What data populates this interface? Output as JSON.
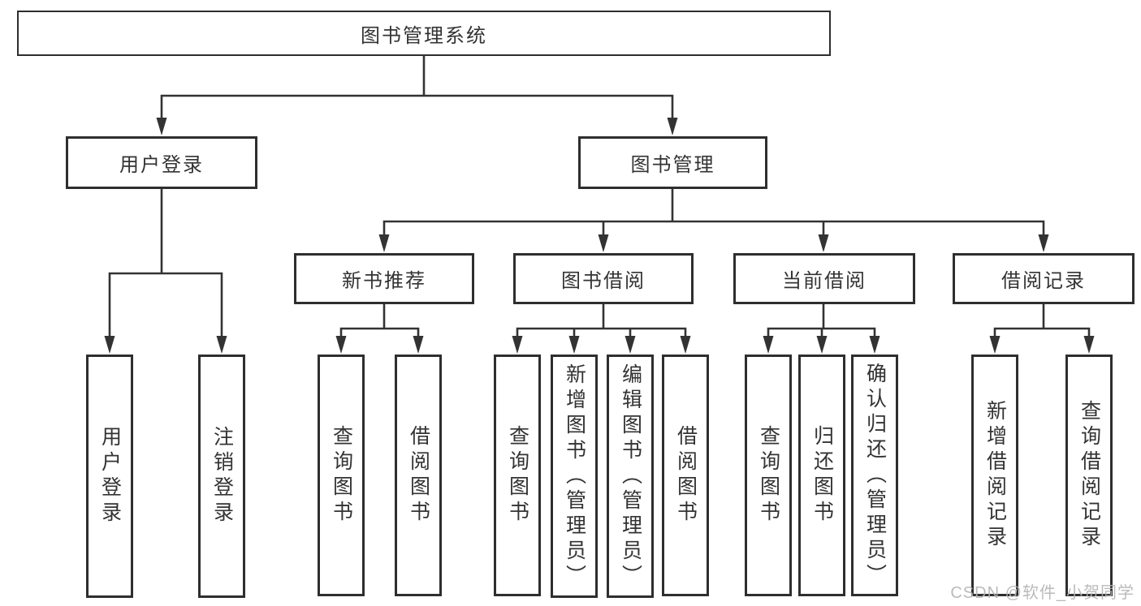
{
  "diagram": {
    "root": {
      "label": "图书管理系统"
    },
    "level2": [
      {
        "label": "用户登录",
        "children": [
          {
            "label": "用户登录"
          },
          {
            "label": "注销登录"
          }
        ]
      },
      {
        "label": "图书管理",
        "children": [
          {
            "label": "新书推荐",
            "children": [
              {
                "label": "查询图书"
              },
              {
                "label": "借阅图书"
              }
            ]
          },
          {
            "label": "图书借阅",
            "children": [
              {
                "label": "查询图书"
              },
              {
                "label": "新增图书（管理员）"
              },
              {
                "label": "编辑图书（管理员）"
              },
              {
                "label": "借阅图书"
              }
            ]
          },
          {
            "label": "当前借阅",
            "children": [
              {
                "label": "查询图书"
              },
              {
                "label": "归还图书"
              },
              {
                "label": "确认归还（管理员）"
              }
            ]
          },
          {
            "label": "借阅记录",
            "children": [
              {
                "label": "新增借阅记录"
              },
              {
                "label": "查询借阅记录"
              }
            ]
          }
        ]
      }
    ]
  },
  "watermark": {
    "text": "CSDN @软件_小贺同学"
  },
  "colors": {
    "line": "#333333",
    "border": "#2e2e2e",
    "text": "#333333",
    "background": "#ffffff",
    "watermark": "#b3b3b3"
  }
}
